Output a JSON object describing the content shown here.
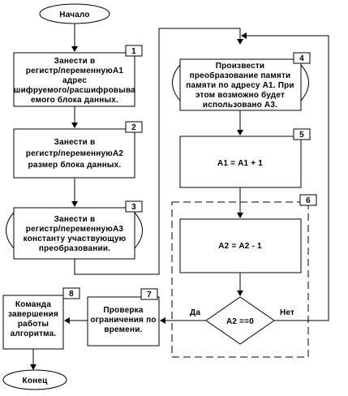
{
  "nodes": {
    "start": {
      "text": "Начало"
    },
    "b1": {
      "num": "1",
      "lines": [
        "Занести  в",
        "регистр/переменнуюА1",
        "адрес",
        "шифруемого/расшифровыва",
        "емого блока данных."
      ]
    },
    "b2": {
      "num": "2",
      "lines": [
        "Занести  в",
        "регистр/переменнуюА2",
        "размер блока данных."
      ]
    },
    "b3": {
      "num": "3",
      "lines": [
        "Занести  в",
        "регистр/переменнуюА3",
        "константу участвующую",
        "преобразовании."
      ]
    },
    "b4": {
      "num": "4",
      "lines": [
        "Произвести",
        "преобразование памяти",
        "памяти по адресу А1. При",
        "этом возможно будет",
        "использовано А3."
      ]
    },
    "b5": {
      "num": "5",
      "lines": [
        "А1 = А1 + 1"
      ]
    },
    "b6": {
      "num": "6"
    },
    "b6inner": {
      "lines": [
        "А2 = А2 - 1"
      ]
    },
    "b7": {
      "num": "7",
      "lines": [
        "Проверка",
        "ограничения по",
        "времени."
      ]
    },
    "b8": {
      "num": "8",
      "lines": [
        "Команда",
        "завершения",
        "работы",
        "алгоритма."
      ]
    },
    "decision": {
      "text": "А2 ==0"
    },
    "end": {
      "text": "Конец"
    }
  },
  "labels": {
    "yes": "Да",
    "no": "Нет"
  }
}
